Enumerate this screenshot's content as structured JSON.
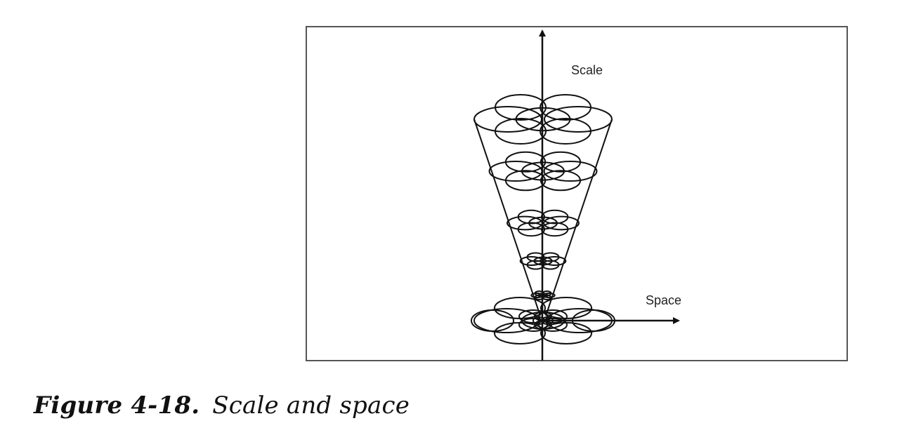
{
  "diagram": {
    "axis_labels": {
      "vertical": "Scale",
      "horizontal": "Space"
    },
    "scale_levels": 6
  },
  "caption": {
    "number": "Figure 4-18.",
    "text": "Scale and space"
  }
}
